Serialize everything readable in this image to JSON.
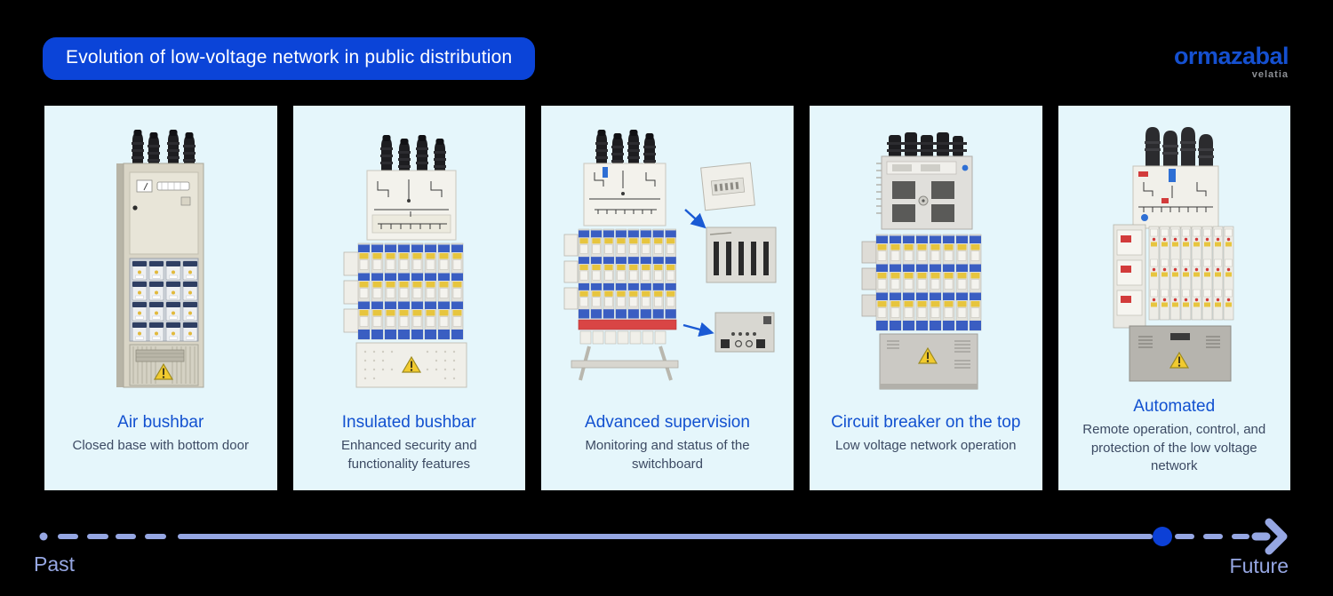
{
  "header": {
    "title": "Evolution of low-voltage network in public distribution",
    "logo": {
      "brand": "ormazabal",
      "sub": "velatia"
    }
  },
  "panels": [
    {
      "title": "Air bushbar",
      "description": "Closed base with bottom door",
      "illustration": "air-bushbar-cabinet"
    },
    {
      "title": "Insulated bushbar",
      "description": "Enhanced security and functionality features",
      "illustration": "insulated-bushbar-switchboard"
    },
    {
      "title": "Advanced supervision",
      "description": "Monitoring and status of the switchboard",
      "illustration": "supervised-switchboard-with-modules"
    },
    {
      "title": "Circuit breaker on the top",
      "description": "Low voltage network operation",
      "illustration": "circuit-breaker-switchboard"
    },
    {
      "title": "Automated",
      "description": "Remote operation, control, and protection of the low voltage network",
      "illustration": "automated-switchboard"
    }
  ],
  "timeline": {
    "start_label": "Past",
    "end_label": "Future"
  },
  "colors": {
    "background": "#000000",
    "title_pill_blue": "#0b44d8",
    "panel_background": "#e5f6fb",
    "heading_blue": "#1251d0",
    "body_text_navy": "#3c4a63",
    "timeline_periwinkle": "#96a7e3",
    "timeline_marker_blue": "#0c40d6",
    "logo_blue": "#1550d0",
    "logo_gray": "#8d9095"
  }
}
